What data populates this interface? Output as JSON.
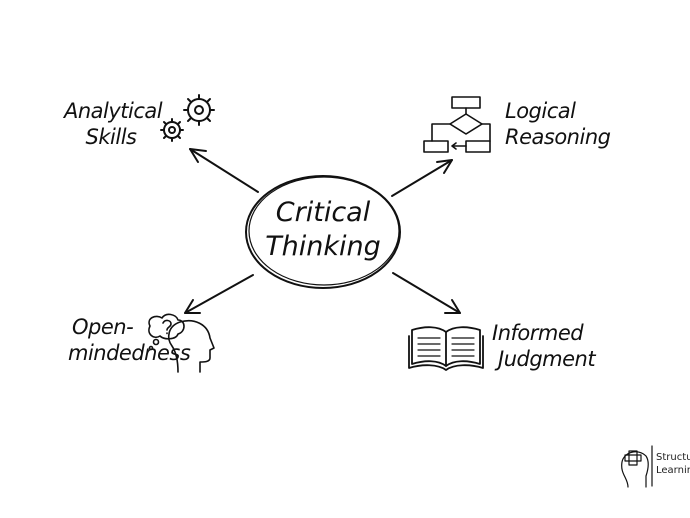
{
  "center": {
    "line1": "Critical",
    "line2": "Thinking"
  },
  "nodes": [
    {
      "line1": "Analytical",
      "line2": "Skills",
      "icon": "gears-icon"
    },
    {
      "line1": "Logical",
      "line2": "Reasoning",
      "icon": "flowchart-icon"
    },
    {
      "line1": "Open-",
      "line2": "mindedness",
      "icon": "thinking-head-icon"
    },
    {
      "line1": "Informed",
      "line2": "Judgment",
      "icon": "open-book-icon"
    }
  ],
  "logo": {
    "line1": "Structural",
    "line2": "Learning"
  }
}
